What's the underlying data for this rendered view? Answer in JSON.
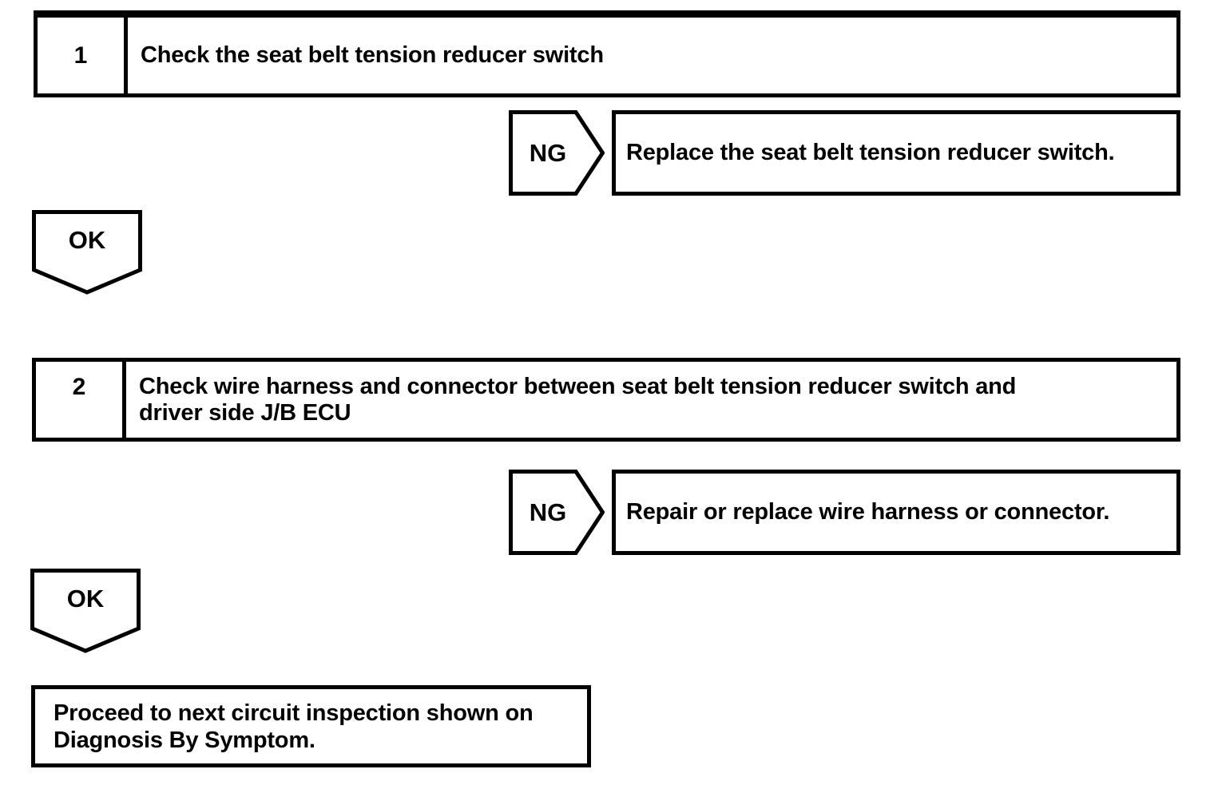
{
  "colors": {
    "line": "#000000",
    "background": "#ffffff"
  },
  "flowchart": {
    "steps": [
      {
        "number": "1",
        "instruction_lines": [
          "Check the seat belt tension reducer switch"
        ],
        "ng": {
          "label": "NG",
          "action": "Replace the seat belt tension reducer switch."
        },
        "ok": {
          "label": "OK"
        }
      },
      {
        "number": "2",
        "instruction_lines": [
          "Check wire harness and connector between seat belt tension reducer switch and",
          "driver side J/B ECU"
        ],
        "ng": {
          "label": "NG",
          "action": "Repair or replace wire harness or connector."
        },
        "ok": {
          "label": "OK"
        }
      }
    ],
    "final_result_lines": [
      "Proceed to next circuit inspection shown on",
      "Diagnosis By Symptom."
    ]
  }
}
